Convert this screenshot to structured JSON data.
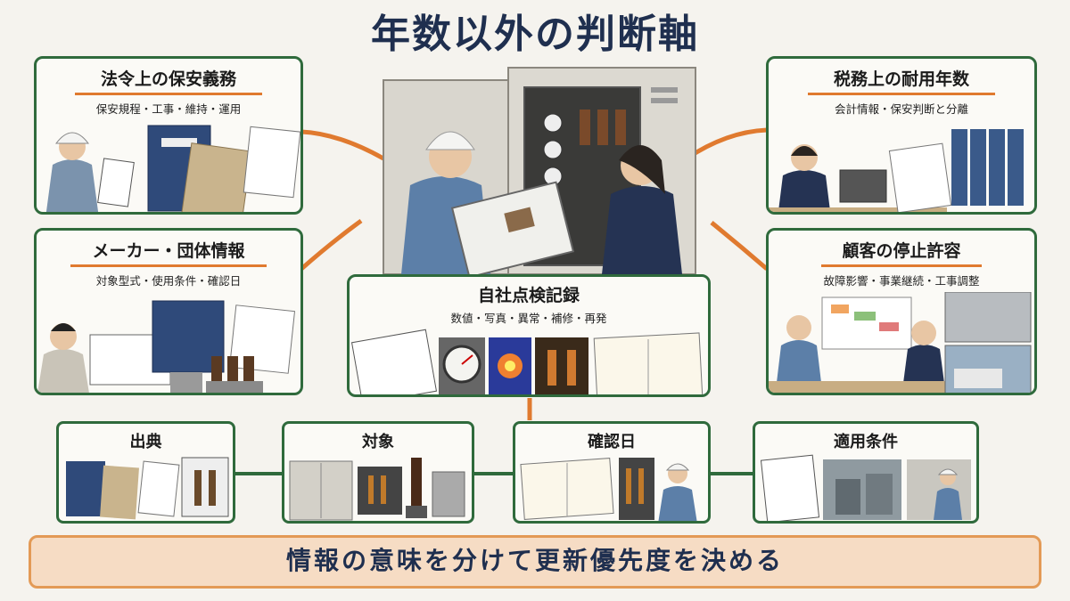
{
  "title": "年数以外の判断軸",
  "boxes": {
    "legal": {
      "title": "法令上の保安義務",
      "subtitle": "保安規程・工事・維持・運用"
    },
    "tax": {
      "title": "税務上の耐用年数",
      "subtitle": "会計情報・保安判断と分離"
    },
    "maker": {
      "title": "メーカー・団体情報",
      "subtitle": "対象型式・使用条件・確認日"
    },
    "customer": {
      "title": "顧客の停止許容",
      "subtitle": "故障影響・事業継続・工事調整"
    },
    "inspection": {
      "title": "自社点検記録",
      "subtitle": "数値・写真・異常・補修・再発"
    }
  },
  "bottom": {
    "source": "出典",
    "target": "対象",
    "date": "確認日",
    "conditions": "適用条件"
  },
  "banner": "情報の意味を分けて更新優先度を決める",
  "colors": {
    "navy": "#1f2f4f",
    "green": "#2f6a3c",
    "orange": "#e07a2f"
  }
}
